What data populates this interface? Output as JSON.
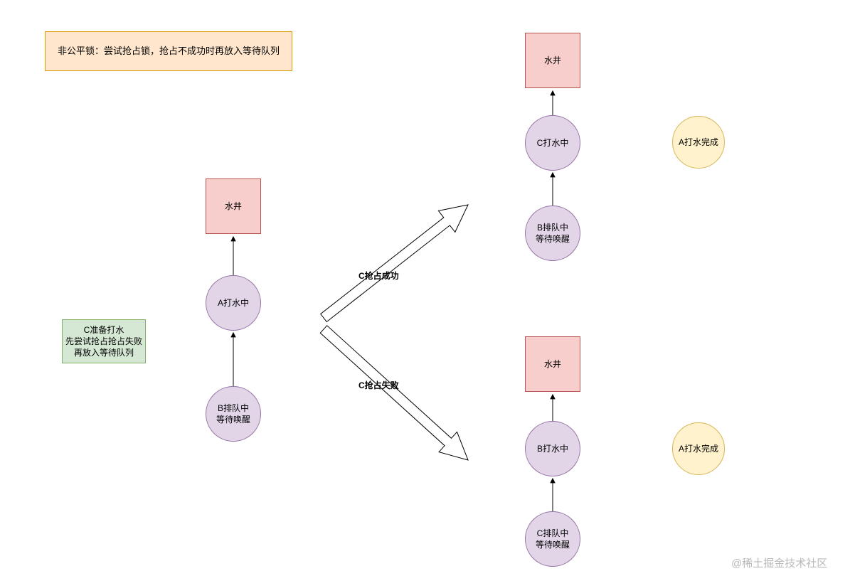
{
  "note": "非公平锁：尝试抢占锁，抢占不成功时再放入等待队列",
  "left": {
    "well": "水井",
    "a": "A打水中",
    "b": "B排队中\n等待唤醒",
    "c_note": "C准备打水\n先尝试抢占抢占失败\n再放入等待队列"
  },
  "branch": {
    "success": "C抢占成功",
    "fail": "C抢占失败"
  },
  "success_state": {
    "well": "水井",
    "c": "C打水中",
    "b": "B排队中\n等待唤醒",
    "a_done": "A打水完成"
  },
  "fail_state": {
    "well": "水井",
    "b": "B打水中",
    "c": "C排队中\n等待唤醒",
    "a_done": "A打水完成"
  },
  "watermark": "@稀土掘金技术社区",
  "colors": {
    "canvas_bg": "#ffffff",
    "well_fill": "#f8cecc",
    "well_border": "#b85450",
    "person_fill": "#e1d5e7",
    "person_border": "#9673a6",
    "note_fill": "#ffe6cc",
    "note_border": "#d79b00",
    "attempt_note_fill": "#d5e8d4",
    "attempt_note_border": "#82b366",
    "done_fill": "#fff2cc",
    "done_border": "#d6b656",
    "edge_color": "#000000"
  }
}
